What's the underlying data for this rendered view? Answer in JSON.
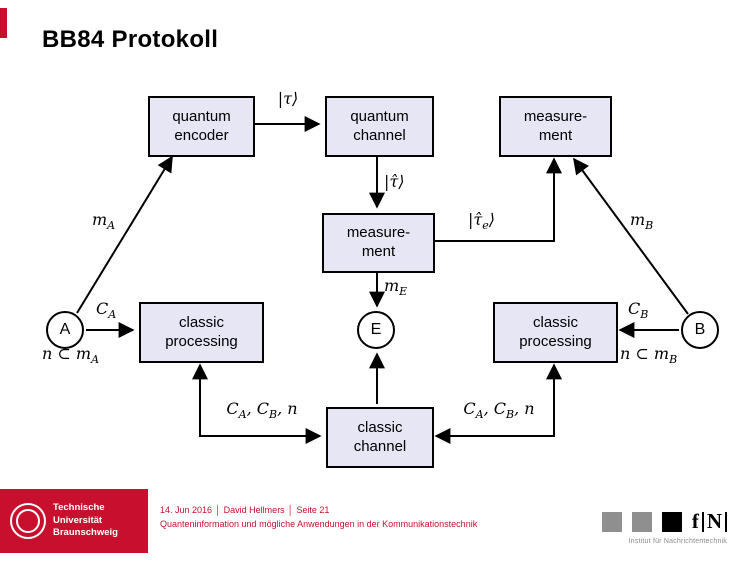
{
  "colors": {
    "tu_red": "#c8102e",
    "box_fill": "#e6e6f5",
    "gray_square": "#8f8f8f"
  },
  "slide": {
    "title": "BB84 Protokoll"
  },
  "diagram": {
    "boxes": {
      "quantum_encoder": "quantum\nencoder",
      "quantum_channel": "quantum\nchannel",
      "measurement_top": "measure-\nment",
      "measurement_mid": "measure-\nment",
      "classic_processing_left": "classic\nprocessing",
      "classic_processing_right": "classic\nprocessing",
      "classic_channel": "classic\nchannel"
    },
    "nodes": {
      "alice": "A",
      "eve": "E",
      "bob": "B"
    },
    "labels": {
      "ket_tau": [
        {
          "text": "|τ⟩"
        }
      ],
      "ket_tau_hat": [
        {
          "text": "|τ̂⟩"
        }
      ],
      "ket_tau_hat_e": [
        {
          "text": "|τ̂"
        },
        {
          "text": "e",
          "sub": true
        },
        {
          "text": "⟩"
        }
      ],
      "m_A": [
        {
          "text": "m"
        },
        {
          "text": "A",
          "sub": true
        }
      ],
      "m_B": [
        {
          "text": "m"
        },
        {
          "text": "B",
          "sub": true
        }
      ],
      "m_E": [
        {
          "text": "m"
        },
        {
          "text": "E",
          "sub": true
        }
      ],
      "C_A": [
        {
          "text": "C"
        },
        {
          "text": "A",
          "sub": true
        }
      ],
      "C_B": [
        {
          "text": "C"
        },
        {
          "text": "B",
          "sub": true
        }
      ],
      "n_subset_mA": [
        {
          "text": "n ⊂ m"
        },
        {
          "text": "A",
          "sub": true
        }
      ],
      "n_subset_mB": [
        {
          "text": "n ⊂ m"
        },
        {
          "text": "B",
          "sub": true
        }
      ],
      "classic_info_left": [
        {
          "text": "C"
        },
        {
          "text": "A",
          "sub": true
        },
        {
          "text": ", C"
        },
        {
          "text": "B",
          "sub": true
        },
        {
          "text": ", n"
        }
      ],
      "classic_info_right": [
        {
          "text": "C"
        },
        {
          "text": "A",
          "sub": true
        },
        {
          "text": ", C"
        },
        {
          "text": "B",
          "sub": true
        },
        {
          "text": ", n"
        }
      ]
    }
  },
  "footer": {
    "date": "14. Jun 2016",
    "author": "David Hellmers",
    "page": "Seite 21",
    "separator": "│",
    "subtitle": "Quanteninformation und mögliche Anwendungen in der Kommunikationstechnik",
    "university": "Technische\nUniversität\nBraunschweig",
    "ifn": {
      "f": "f",
      "n": "N"
    },
    "institute_caption": "Institut für Nachrichtentechnik"
  }
}
